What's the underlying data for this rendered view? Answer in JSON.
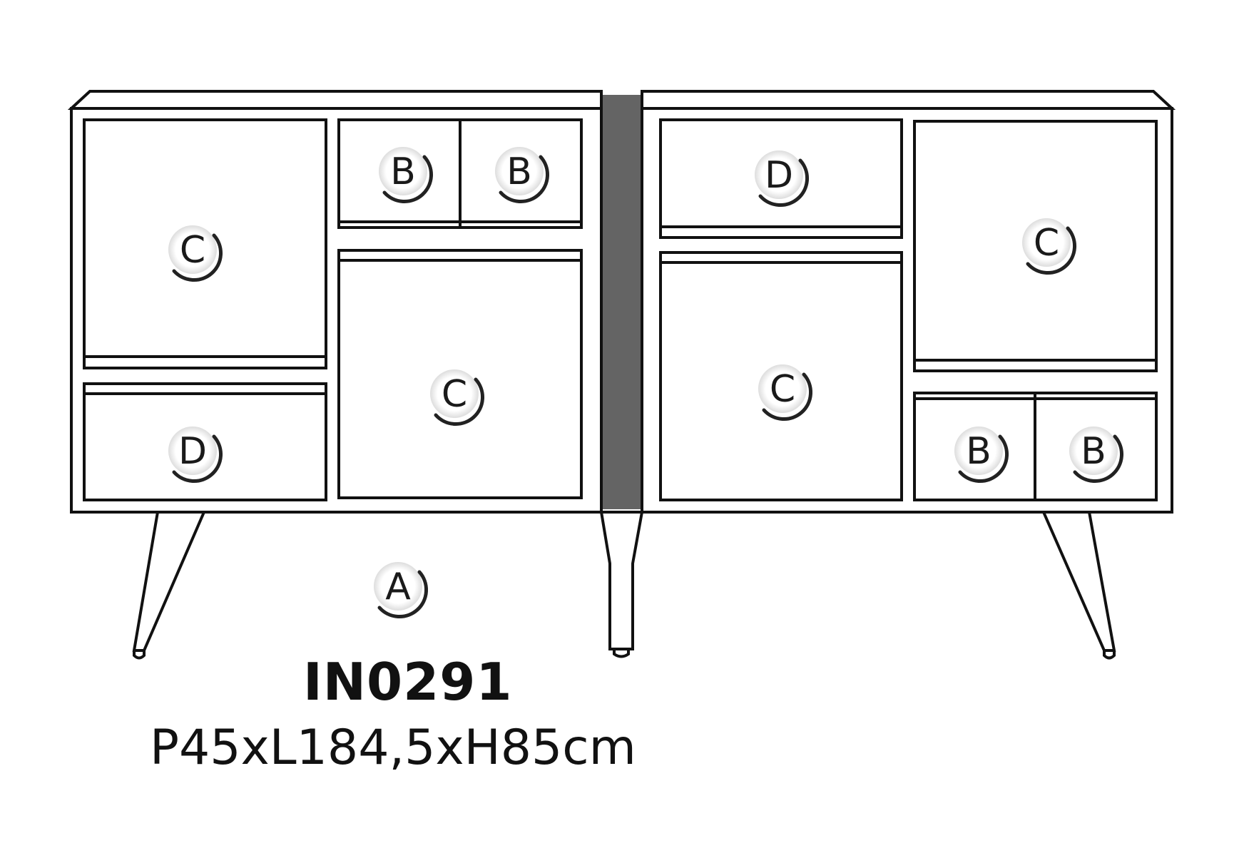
{
  "product": {
    "code": "IN0291",
    "dimensions": "P45xL184,5xH85cm"
  },
  "labels": {
    "A": "A",
    "B": "B",
    "C": "C",
    "D": "D"
  },
  "colors": {
    "outline": "#111111",
    "connector": "#646464",
    "background": "#ffffff"
  }
}
